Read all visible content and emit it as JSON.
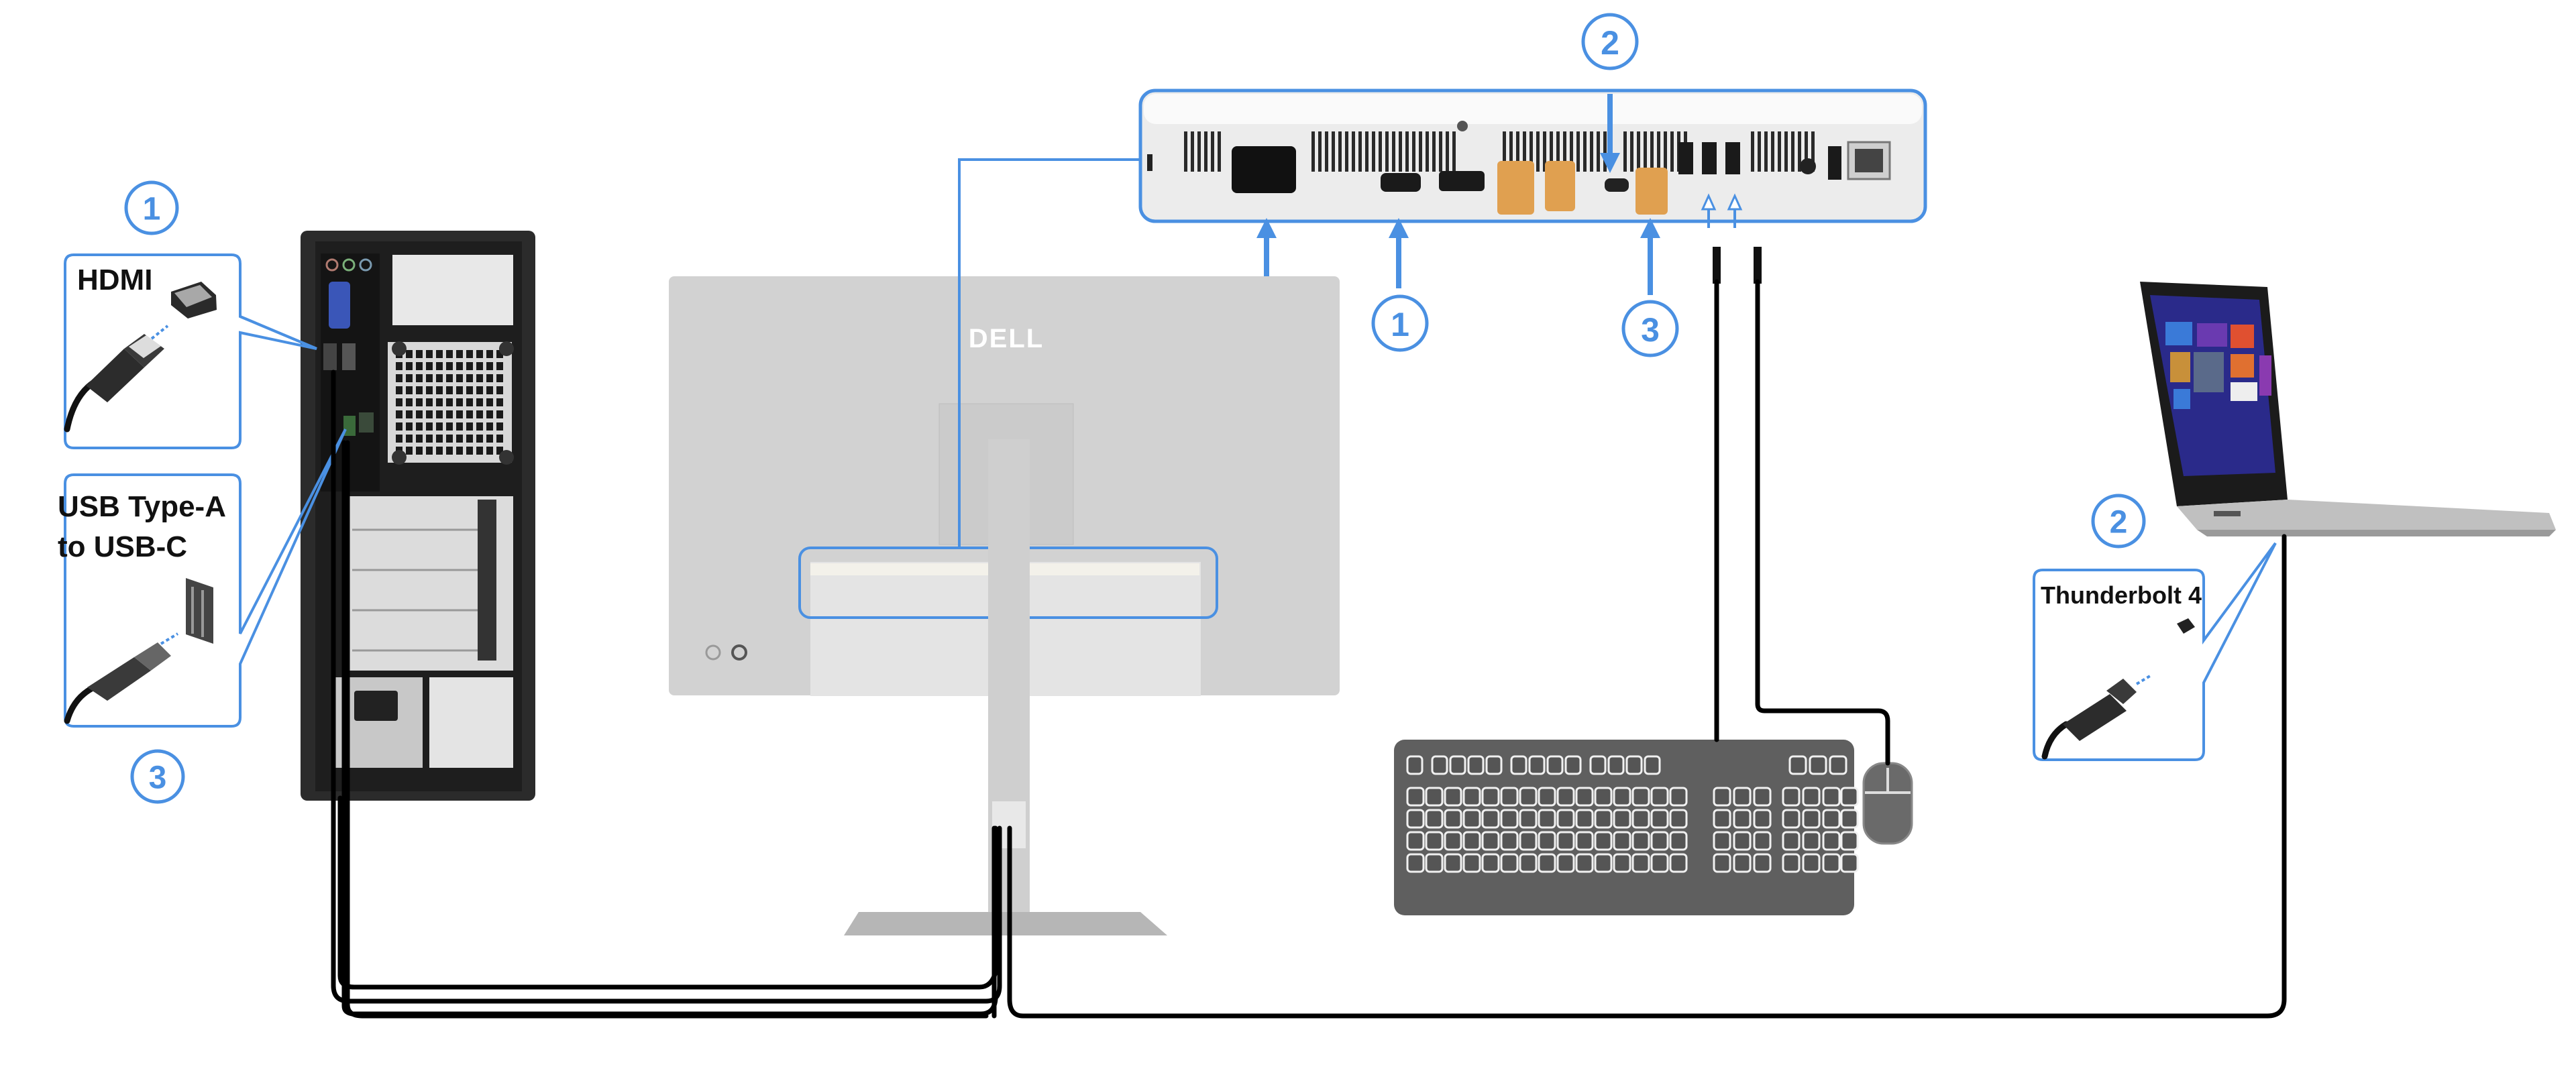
{
  "diagram": {
    "title": "Connecting a desktop PC and a Thunderbolt 4 laptop to the Dell monitor",
    "accent_color": "#4a90e2",
    "callouts": {
      "pc_hdmi": {
        "number": "1",
        "label": "HDMI"
      },
      "pc_usb": {
        "number": "3",
        "label_line1": "USB Type-A",
        "label_line2": "to USB-C"
      },
      "laptop_tb": {
        "number": "2",
        "label": "Thunderbolt 4"
      }
    },
    "monitor_ports": {
      "hdmi_marker": "1",
      "thunderbolt_marker": "2",
      "usb_upstream_marker": "3"
    },
    "monitor": {
      "brand": "DELL"
    },
    "devices": {
      "desktop": "Desktop tower PC (rear)",
      "monitor": "Dell monitor (rear)",
      "keyboard": "Keyboard",
      "mouse": "Mouse",
      "laptop": "Laptop"
    }
  }
}
